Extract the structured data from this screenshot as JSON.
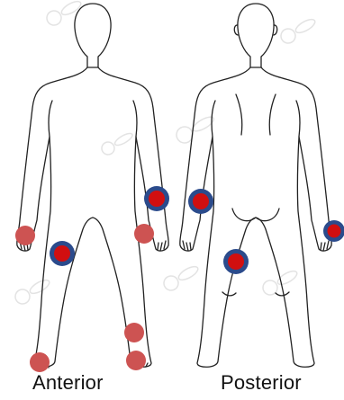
{
  "figure": {
    "views": [
      {
        "key": "anterior",
        "label": "Anterior",
        "markers": [
          {
            "type": "ringed",
            "site": "left wrist"
          },
          {
            "type": "ringed",
            "site": "right thigh"
          },
          {
            "type": "plain",
            "site": "right hand"
          },
          {
            "type": "plain",
            "site": "left hand"
          },
          {
            "type": "plain",
            "site": "left ankle"
          },
          {
            "type": "plain",
            "site": "left foot"
          },
          {
            "type": "plain",
            "site": "right foot"
          }
        ]
      },
      {
        "key": "posterior",
        "label": "Posterior",
        "markers": [
          {
            "type": "ringed",
            "site": "left wrist"
          },
          {
            "type": "ringed",
            "site": "left thigh"
          },
          {
            "type": "ringed",
            "site": "right hand"
          }
        ]
      }
    ]
  },
  "colors": {
    "outline": "#222222",
    "ring": "#2b4b8c",
    "core": "#d10f10",
    "plain": "#cd5352",
    "watermark": "#e3e3e3"
  }
}
